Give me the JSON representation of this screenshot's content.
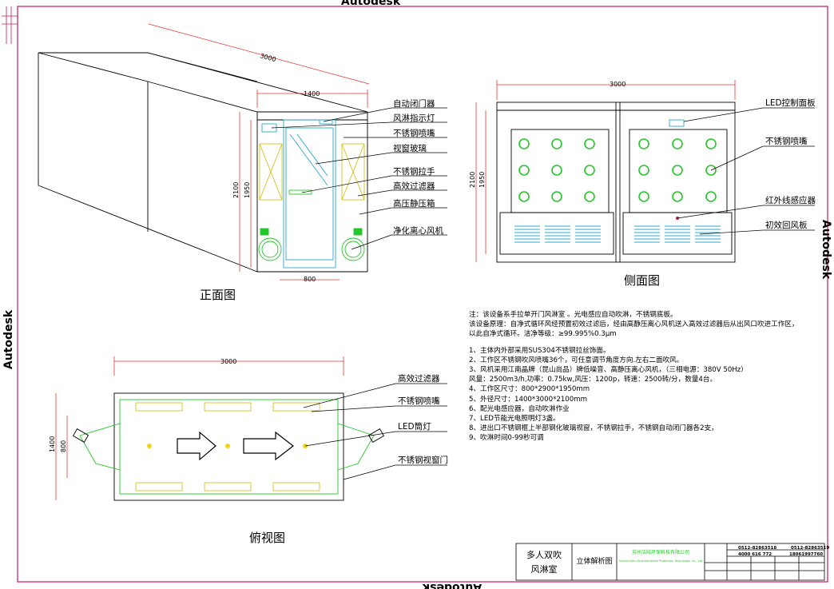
{
  "watermark": {
    "top": "Autodesk",
    "bottom": "Autodesk",
    "left": "Autodesk",
    "right": "Autodesk"
  },
  "front_view": {
    "title": "正面图",
    "dims": {
      "depth": "3000",
      "width": "1400",
      "height": "2100",
      "inner_height": "1950",
      "door_width": "800"
    },
    "labels": [
      "自动闭门器",
      "风淋指示灯",
      "不锈钢喷嘴",
      "视窗玻璃",
      "不锈钢拉手",
      "高效过滤器",
      "高压静压箱",
      "净化离心风机"
    ]
  },
  "side_view": {
    "title": "侧面图",
    "dims": {
      "length": "3000",
      "height": "2100",
      "inner_height": "1950"
    },
    "labels": [
      "LED控制面板",
      "不锈钢喷嘴",
      "红外线感应器",
      "初效回风板"
    ]
  },
  "top_view": {
    "title": "俯视图",
    "dims": {
      "length": "3000",
      "width": "1400",
      "inner_width": "800"
    },
    "labels": [
      "高效过滤器",
      "不锈钢喷嘴",
      "LED筒灯",
      "不锈钢视窗门"
    ]
  },
  "notes": {
    "intro1": "注：该设备系手拉单开门风淋室 。光电感应自动吹淋，不锈钢底板。",
    "intro2": "    该设备原理：自净式循环风经预置初效过滤后，经由高静压离心风机送入高效过滤器后从出风口吹进工作区，",
    "intro3": "以此自净式循环。洁净等级：≥99.995%0.3μm",
    "items": [
      "1、主体内外部采用SUS304不锈钢拉丝饰面。",
      "2、工作区不锈钢吹风喷嘴36个，可任意调节角度方向.左右二面吹风。",
      "3、风机采用江南晶牌（昆山尚品）牌低噪音、高静压离心风机，（三相电源：380V  50Hz）",
      "   风量：2500m3/h,功率：0.75kw,风压：1200p，转速：2500转/分，数量4台。",
      "4、工作区尺寸：800*2900*1950mm",
      "5、外径尺寸：1400*3000*2100mm",
      "6、配光电感应器，自动吹淋作业",
      "7、LED节能光电照明灯3盏。",
      "8、进出口不锈钢框上半部钢化玻璃视窗，不锈钢拉手，不锈钢自动闭门器各2支，",
      "9、吹淋时间0-99秒可调"
    ]
  },
  "title_block": {
    "product_line1": "多人双吹",
    "product_line2": "风淋室",
    "drawing_type": "立体解析图",
    "company_cn": "苏州洁陆环保科技有限公司",
    "company_en": "Suzhou Jielu Environmental Protection Technology Co., Ltd",
    "phone": "0512-82863518",
    "fax": "0512-82863519",
    "hotline": "4000 616 772",
    "mobile": "18061997760"
  }
}
